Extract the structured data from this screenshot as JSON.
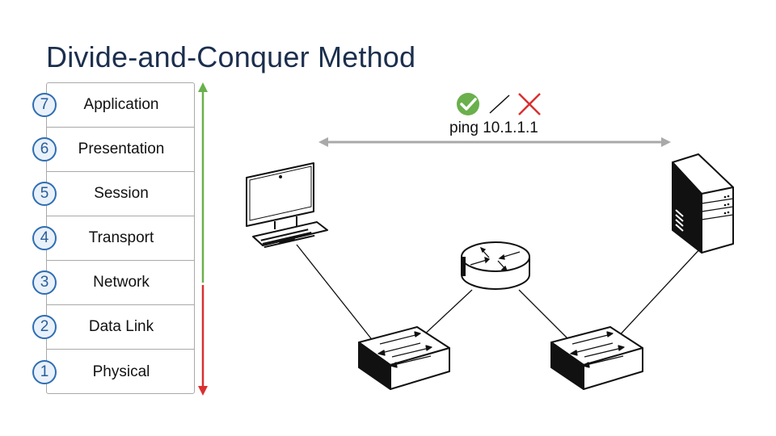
{
  "title": "Divide-and-Conquer Method",
  "osi_layers": [
    {
      "number": "7",
      "name": "Application"
    },
    {
      "number": "6",
      "name": "Presentation"
    },
    {
      "number": "5",
      "name": "Session"
    },
    {
      "number": "4",
      "name": "Transport"
    },
    {
      "number": "3",
      "name": "Network"
    },
    {
      "number": "2",
      "name": "Data Link"
    },
    {
      "number": "1",
      "name": "Physical"
    }
  ],
  "arrows": {
    "up": {
      "color": "#6ab04c",
      "direction": "up",
      "from_layer": "3",
      "to_layer": "7"
    },
    "down": {
      "color": "#d93030",
      "direction": "down",
      "from_layer": "3",
      "to_layer": "1"
    }
  },
  "ping": {
    "command": "ping 10.1.1.1",
    "success_icon": "check-circle-icon",
    "failure_icon": "x-icon",
    "separator": "/",
    "success_color": "#6ab04c",
    "failure_color": "#d93030",
    "arrow_color": "#a9a9a9"
  },
  "devices": [
    {
      "type": "desktop-computer"
    },
    {
      "type": "switch"
    },
    {
      "type": "router"
    },
    {
      "type": "switch"
    },
    {
      "type": "server"
    }
  ]
}
